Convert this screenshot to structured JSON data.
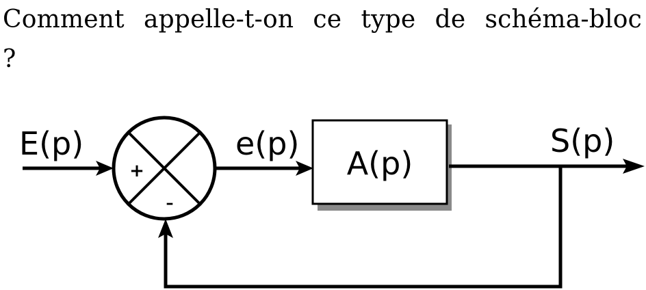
{
  "question": {
    "text": "Comment appelle-t-on ce type de schéma-bloc ?"
  },
  "diagram": {
    "input_label": "E(p)",
    "error_label": "e(p)",
    "block_label": "A(p)",
    "output_label": "S(p)",
    "plus_sign": "+",
    "minus_sign": "–"
  }
}
